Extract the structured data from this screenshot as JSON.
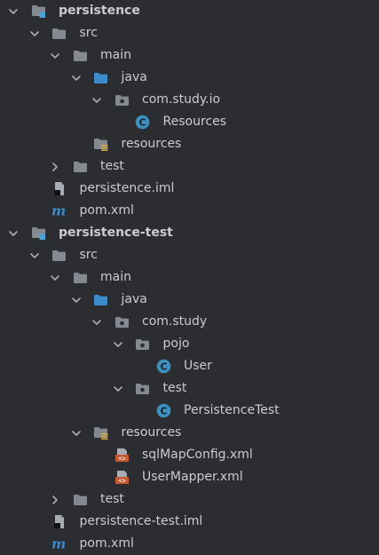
{
  "colors": {
    "background": "#2b2d30",
    "text": "#c9ccd1",
    "arrow": "#a9adb2",
    "folder": "#848a92",
    "source_folder": "#3d8bcd",
    "module_square": "#4aa5d8",
    "class_badge": "#3c8fbf",
    "xml_icon": "#c75a32",
    "maven_m": "#3d8bcd",
    "resources_stripes": "#d4a94a"
  },
  "tree": [
    {
      "label": "persistence",
      "level": 0,
      "expanded": true,
      "icon": "module-folder-icon",
      "bold": true
    },
    {
      "label": "src",
      "level": 1,
      "expanded": true,
      "icon": "folder-icon"
    },
    {
      "label": "main",
      "level": 2,
      "expanded": true,
      "icon": "folder-icon"
    },
    {
      "label": "java",
      "level": 3,
      "expanded": true,
      "icon": "source-root-folder-icon"
    },
    {
      "label": "com.study.io",
      "level": 4,
      "expanded": true,
      "icon": "package-icon"
    },
    {
      "label": "Resources",
      "level": 5,
      "icon": "class-icon"
    },
    {
      "label": "resources",
      "level": 3,
      "icon": "resources-root-folder-icon"
    },
    {
      "label": "test",
      "level": 2,
      "expanded": false,
      "icon": "folder-icon"
    },
    {
      "label": "persistence.iml",
      "level": 1,
      "icon": "iml-file-icon"
    },
    {
      "label": "pom.xml",
      "level": 1,
      "icon": "maven-icon"
    },
    {
      "label": "persistence-test",
      "level": 0,
      "expanded": true,
      "icon": "module-folder-icon",
      "bold": true
    },
    {
      "label": "src",
      "level": 1,
      "expanded": true,
      "icon": "folder-icon"
    },
    {
      "label": "main",
      "level": 2,
      "expanded": true,
      "icon": "folder-icon"
    },
    {
      "label": "java",
      "level": 3,
      "expanded": true,
      "icon": "source-root-folder-icon"
    },
    {
      "label": "com.study",
      "level": 4,
      "expanded": true,
      "icon": "package-icon"
    },
    {
      "label": "pojo",
      "level": 5,
      "expanded": true,
      "icon": "package-icon"
    },
    {
      "label": "User",
      "level": 6,
      "icon": "class-icon"
    },
    {
      "label": "test",
      "level": 5,
      "expanded": true,
      "icon": "package-icon"
    },
    {
      "label": "PersistenceTest",
      "level": 6,
      "icon": "class-icon"
    },
    {
      "label": "resources",
      "level": 3,
      "expanded": true,
      "icon": "resources-root-folder-icon"
    },
    {
      "label": "sqlMapConfig.xml",
      "level": 4,
      "icon": "xml-file-icon"
    },
    {
      "label": "UserMapper.xml",
      "level": 4,
      "icon": "xml-file-icon"
    },
    {
      "label": "test",
      "level": 2,
      "expanded": false,
      "icon": "folder-icon"
    },
    {
      "label": "persistence-test.iml",
      "level": 1,
      "icon": "iml-file-icon"
    },
    {
      "label": "pom.xml",
      "level": 1,
      "icon": "maven-icon"
    }
  ]
}
